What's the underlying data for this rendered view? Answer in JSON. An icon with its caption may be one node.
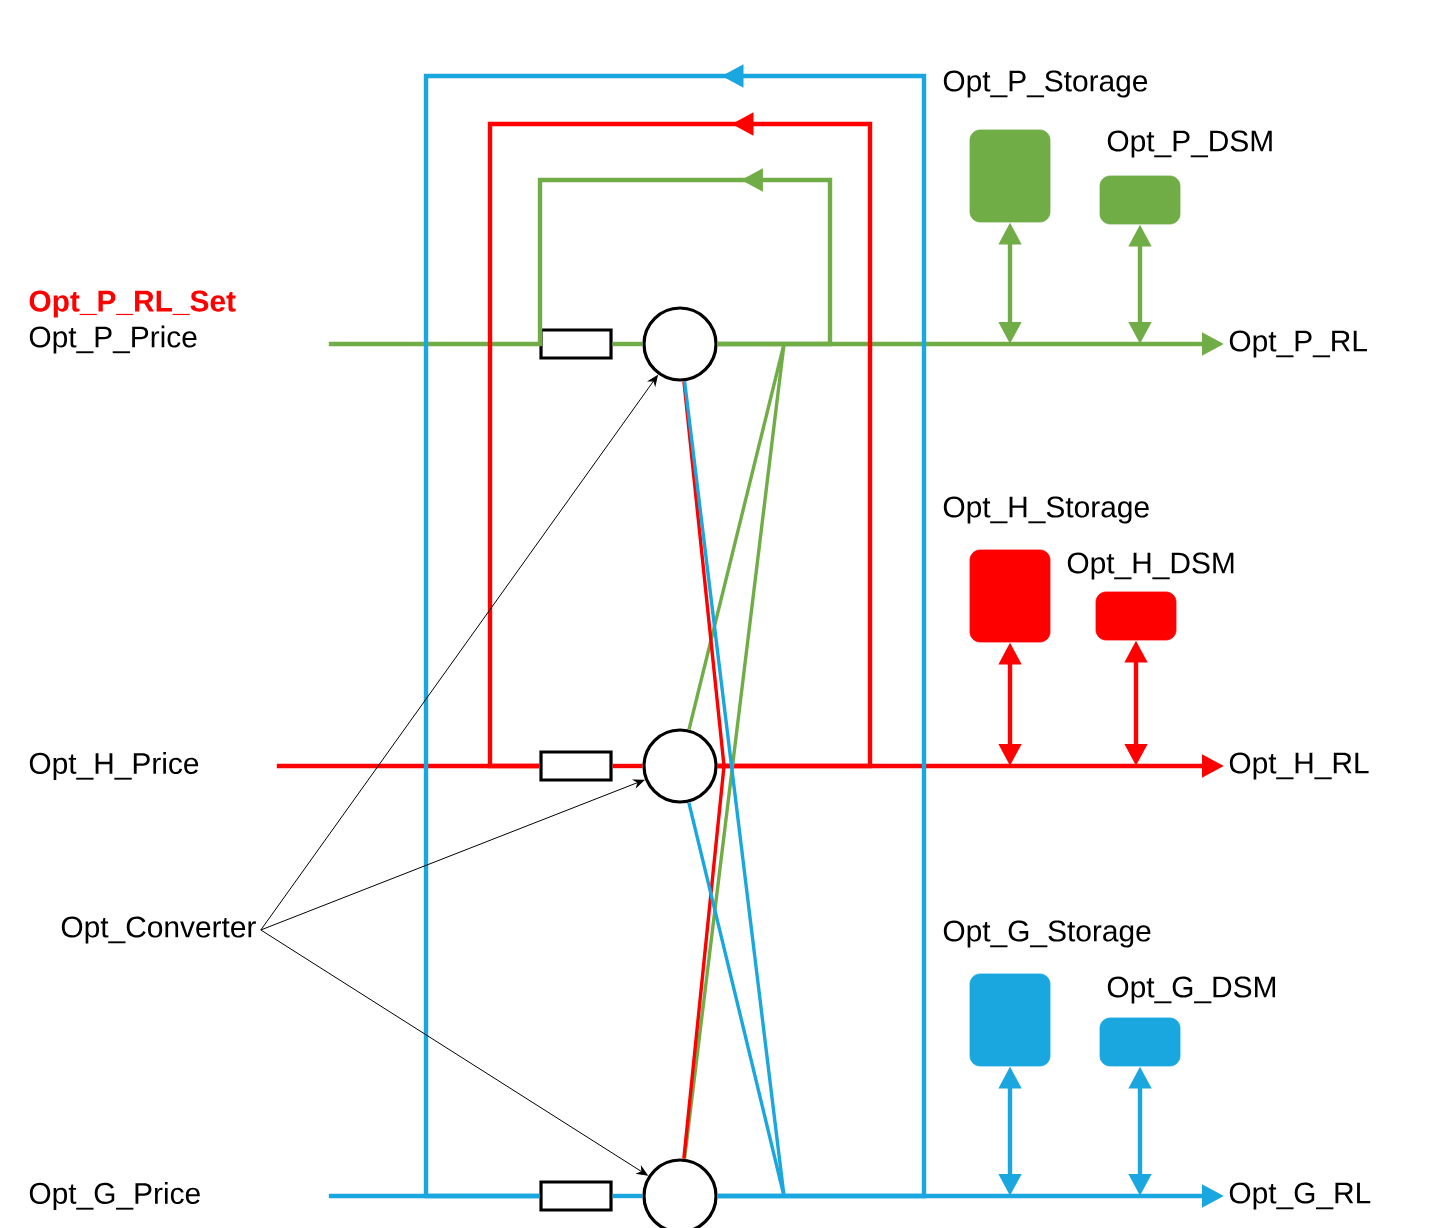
{
  "diagram": {
    "nodes": [
      {
        "text": [
          "Opt_P_RL_Set",
          "Opt_P_Price"
        ]
      },
      {
        "text": [
          "Opt_H_Price"
        ]
      },
      {
        "text": [
          "Opt_G_Price"
        ]
      },
      {
        "text": [
          "Opt_Converter"
        ]
      },
      {
        "text": [],
        "shape": "box"
      },
      {
        "text": [],
        "shape": "box"
      },
      {
        "text": [],
        "shape": "box"
      },
      {
        "text": [],
        "shape": "circle"
      },
      {
        "text": [],
        "shape": "circle"
      },
      {
        "text": [],
        "shape": "circle"
      },
      {
        "text": [
          "Opt_P_RL"
        ]
      },
      {
        "text": [
          "Opt_H_RL"
        ]
      },
      {
        "text": [
          "Opt_G_RL"
        ]
      },
      {
        "text": [
          "Opt_P_Storage"
        ]
      },
      {
        "text": [
          "Opt_P_DSM"
        ]
      },
      {
        "text": [
          "Opt_H_Storage"
        ]
      },
      {
        "text": [
          "Opt_H_DSM"
        ]
      },
      {
        "text": [
          "Opt_G_Storage"
        ]
      },
      {
        "text": [
          "Opt_G_DSM"
        ]
      }
    ],
    "edges": [
      {
        "from": 0,
        "to": 4,
        "arrow": "none",
        "color": "#70ad47"
      },
      {
        "from": 4,
        "to": 7,
        "arrow": "none",
        "color": "#70ad47"
      },
      {
        "from": 7,
        "to": 10,
        "arrow": "to",
        "color": "#70ad47"
      },
      {
        "from": 1,
        "to": 5,
        "arrow": "none",
        "color": "#ff0000"
      },
      {
        "from": 5,
        "to": 8,
        "arrow": "none",
        "color": "#ff0000"
      },
      {
        "from": 8,
        "to": 11,
        "arrow": "to",
        "color": "#ff0000"
      },
      {
        "from": 2,
        "to": 6,
        "arrow": "none",
        "color": "#1aa7e0"
      },
      {
        "from": 6,
        "to": 9,
        "arrow": "none",
        "color": "#1aa7e0"
      },
      {
        "from": 9,
        "to": 12,
        "arrow": "to",
        "color": "#1aa7e0"
      },
      {
        "from": 7,
        "to": 4,
        "arrow": "to",
        "color": "#70ad47"
      },
      {
        "from": 8,
        "to": 5,
        "arrow": "to",
        "color": "#ff0000"
      },
      {
        "from": 9,
        "to": 6,
        "arrow": "to",
        "color": "#1aa7e0"
      },
      {
        "from": 7,
        "to": 8,
        "arrow": "none",
        "color": "#70ad47"
      },
      {
        "from": 7,
        "to": 9,
        "arrow": "none",
        "color": "#70ad47"
      },
      {
        "from": 8,
        "to": 7,
        "arrow": "none",
        "color": "#ff0000"
      },
      {
        "from": 8,
        "to": 9,
        "arrow": "none",
        "color": "#ff0000"
      },
      {
        "from": 9,
        "to": 7,
        "arrow": "none",
        "color": "#1aa7e0"
      },
      {
        "from": 9,
        "to": 8,
        "arrow": "none",
        "color": "#1aa7e0"
      },
      {
        "from": 3,
        "to": 7,
        "arrow": "to",
        "color": "#000000"
      },
      {
        "from": 3,
        "to": 8,
        "arrow": "to",
        "color": "#000000"
      },
      {
        "from": 3,
        "to": 9,
        "arrow": "to",
        "color": "#000000"
      },
      {
        "from": 13,
        "to": null,
        "arrow": "both",
        "color": "#70ad47"
      },
      {
        "from": 14,
        "to": null,
        "arrow": "both",
        "color": "#70ad47"
      },
      {
        "from": 15,
        "to": null,
        "arrow": "both",
        "color": "#ff0000"
      },
      {
        "from": 16,
        "to": null,
        "arrow": "both",
        "color": "#ff0000"
      },
      {
        "from": 17,
        "to": null,
        "arrow": "both",
        "color": "#1aa7e0"
      },
      {
        "from": 18,
        "to": null,
        "arrow": "both",
        "color": "#1aa7e0"
      }
    ]
  }
}
